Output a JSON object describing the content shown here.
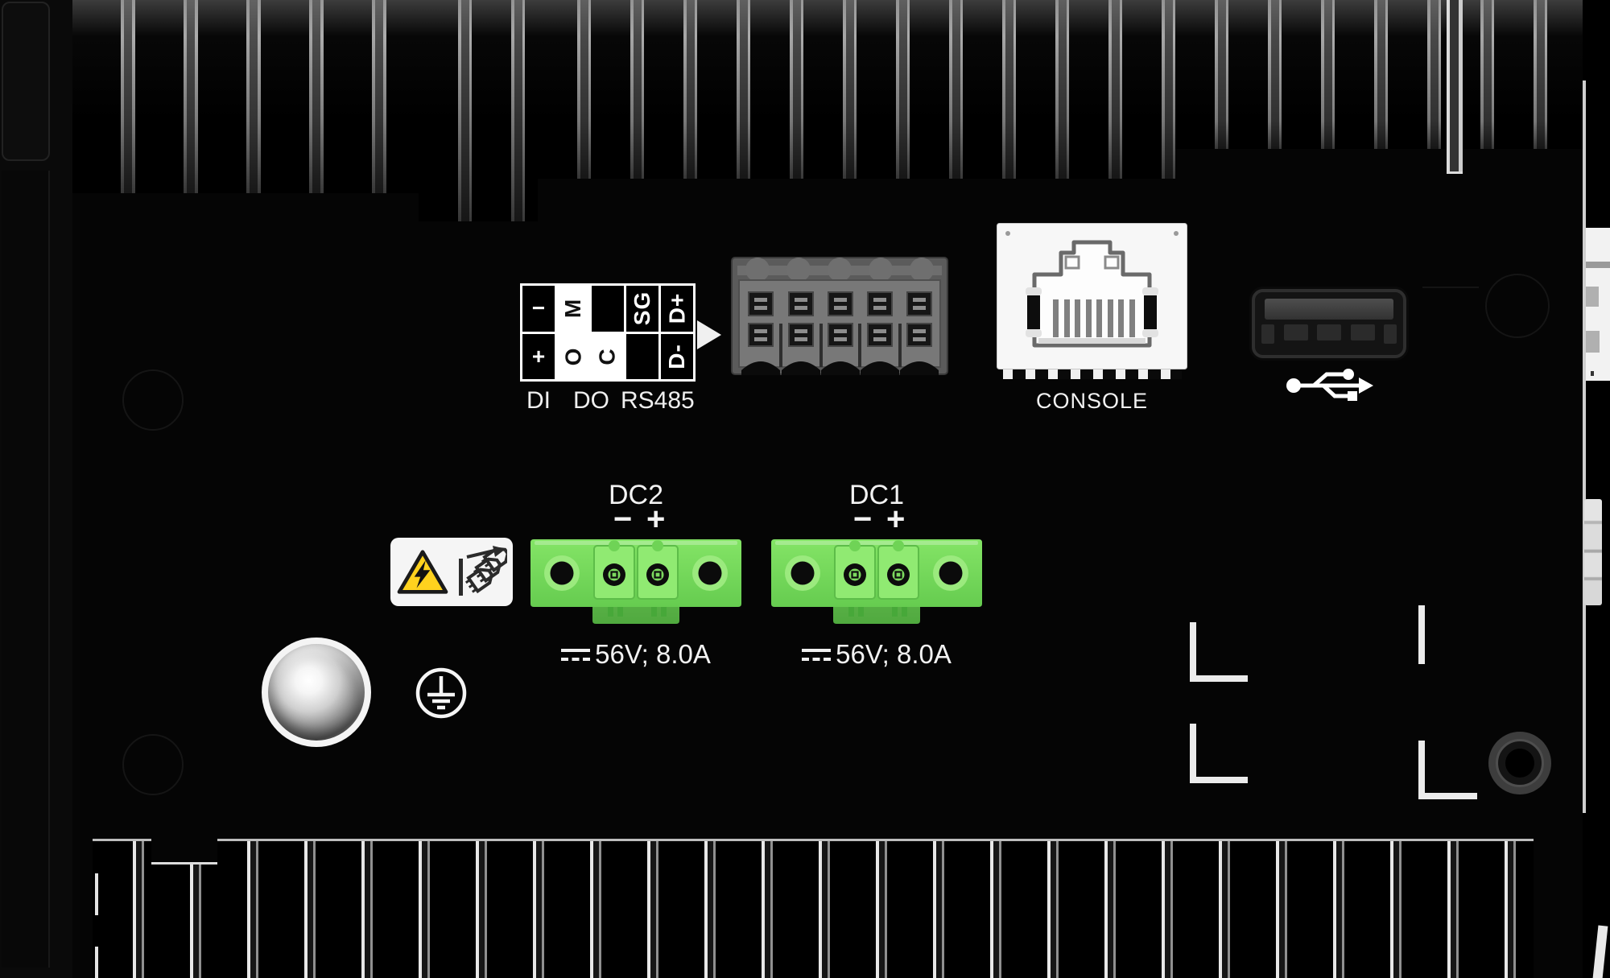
{
  "device": {
    "view": "top panel of industrial ethernet device"
  },
  "io_legend": {
    "grid": {
      "row1": [
        "−",
        "M",
        "",
        "SG",
        "D+"
      ],
      "row2": [
        "+",
        "O",
        "C",
        "",
        "D-"
      ]
    },
    "groups": [
      "DI",
      "DO",
      "RS485"
    ]
  },
  "console": {
    "label": "CONSOLE"
  },
  "power": {
    "dc2": {
      "label": "DC2",
      "minus": "−",
      "plus": "+",
      "rating": "56V; 8.0A"
    },
    "dc1": {
      "label": "DC1",
      "minus": "−",
      "plus": "+",
      "rating": "56V; 8.0A"
    }
  },
  "icons": {
    "usb": "usb-trident-icon",
    "warning_left": "high-voltage-warning-icon",
    "warning_right": "disconnect-all-power-icon",
    "ground": "protective-earth-icon",
    "arrow": "arrow-right-icon"
  },
  "colors": {
    "terminal_green": "#72d65b",
    "warning_yellow": "#ffd21e",
    "panel_black": "#050505",
    "label_white": "#f2f2f2"
  }
}
